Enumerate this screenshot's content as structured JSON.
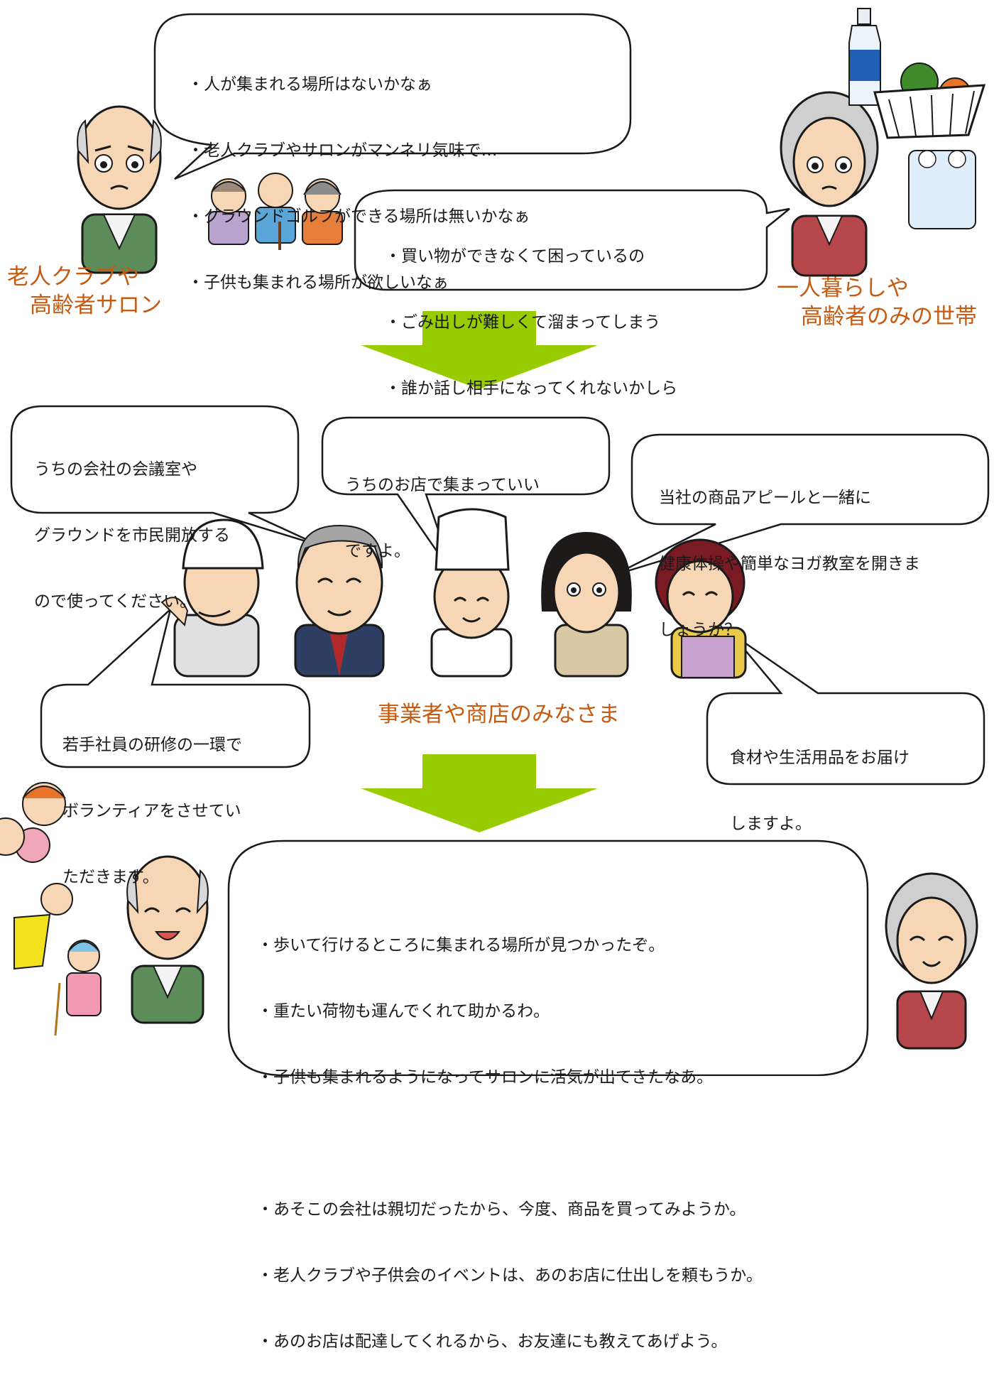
{
  "colors": {
    "accent_label": "#c55a11",
    "arrow_green": "#99cc00",
    "bubble_stroke": "#1a1a1a"
  },
  "section1": {
    "old_man_bubble": [
      "・人が集まれる場所はないかなぁ",
      "・老人クラブやサロンがマンネリ気味で…",
      "・グラウンドゴルフができる場所は無いかなぁ",
      "・子供も集まれる場所が欲しいなぁ"
    ],
    "old_woman_bubble": [
      "・買い物ができなくて困っているの",
      "・ごみ出しが難しくて溜まってしまう",
      "・誰か話し相手になってくれないかしら"
    ],
    "label_left": [
      "老人クラブや",
      "高齢者サロン"
    ],
    "label_right": [
      "一人暮らしや",
      "高齢者のみの世帯"
    ]
  },
  "section2": {
    "bubble_company": [
      "うちの会社の会議室や",
      "グラウンドを市民開放する",
      "ので使ってください。"
    ],
    "bubble_chef": [
      "うちのお店で集まっていい",
      "ですよ。"
    ],
    "bubble_woman": [
      "当社の商品アピールと一緒に",
      "健康体操や簡単なヨガ教室を開きま",
      "しょうか？"
    ],
    "bubble_worker": [
      "若手社員の研修の一環で",
      "ボランティアをさせてい",
      "ただきます。"
    ],
    "bubble_shop": [
      "食材や生活用品をお届け",
      "しますよ。"
    ],
    "label_center": "事業者や商店のみなさま"
  },
  "section3": {
    "result_bubble_a": [
      "・歩いて行けるところに集まれる場所が見つかったぞ。",
      "・重たい荷物も運んでくれて助かるわ。",
      "・子供も集まれるようになってサロンに活気が出てきたなあ。"
    ],
    "result_bubble_b": [
      "・あそこの会社は親切だったから、今度、商品を買ってみようか。",
      "・老人クラブや子供会のイベントは、あのお店に仕出しを頼もうか。",
      "・あのお店は配達してくれるから、お友達にも教えてあげよう。"
    ]
  },
  "icons": [
    "elderly-man-worried-icon",
    "seated-elderly-group-icon",
    "elderly-woman-worried-icon",
    "sports-drink-bottle-icon",
    "vegetable-basket-icon",
    "toilet-paper-pack-icon",
    "construction-worker-icon",
    "company-president-icon",
    "chef-icon",
    "office-woman-icon",
    "shop-lady-apron-icon",
    "playing-children-icon",
    "elderly-man-smiling-icon",
    "elderly-woman-smiling-icon"
  ]
}
